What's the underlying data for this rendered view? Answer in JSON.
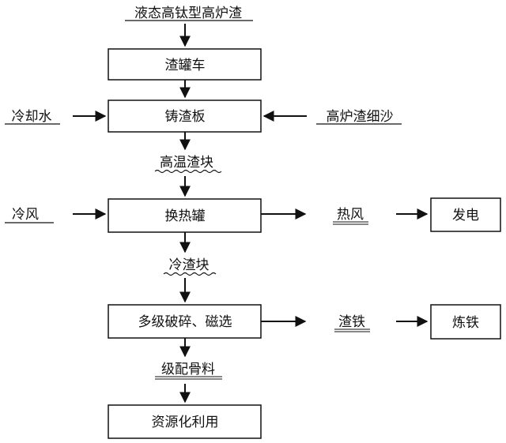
{
  "labels": {
    "input": "液态高钛型高炉渣",
    "slag_tank_car": "渣罐车",
    "cooling_water": "冷却水",
    "slag_casting_plate": "铸渣板",
    "bf_slag_fine_sand": "高炉渣细沙",
    "high_temp_slag_block": "高温渣块",
    "cold_air": "冷风",
    "heat_exchange_tank": "换热罐",
    "hot_air": "热风",
    "power_generation": "发电",
    "cold_slag_block": "冷渣块",
    "crushing_magnetic_sep": "多级破碎、磁选",
    "slag_iron": "渣铁",
    "ironmaking": "炼铁",
    "graded_aggregate": "级配骨料",
    "resource_utilization": "资源化利用"
  }
}
